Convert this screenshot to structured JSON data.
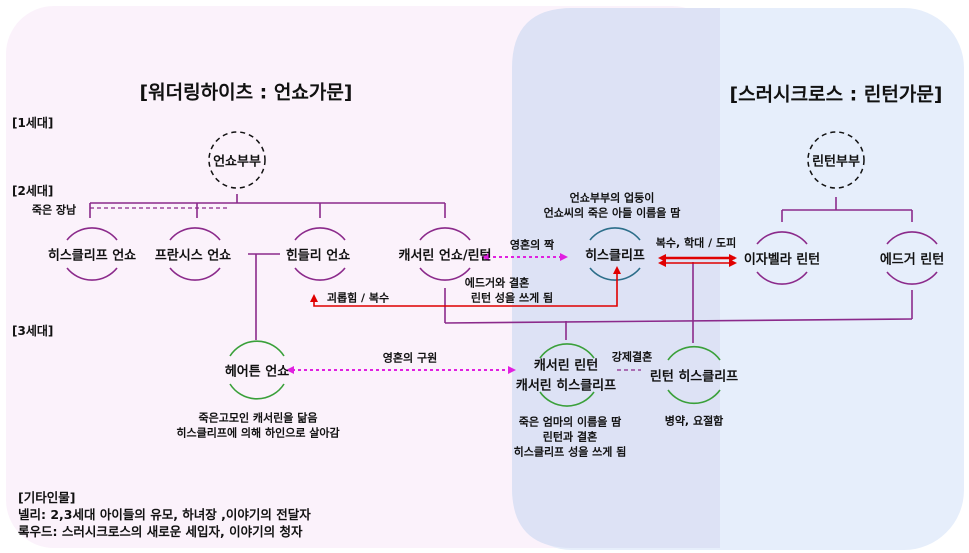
{
  "families": {
    "left_title": "[워더링하이츠 : 언쇼가문]",
    "right_title": "[스러시크로스 : 린턴가문]"
  },
  "generations": {
    "g1": "[1세대]",
    "g2": "[2세대]",
    "g3": "[3세대]"
  },
  "people": {
    "earnshaw_parents": "언쇼부부",
    "linton_parents": "린턴부부",
    "heathcliff_earnshaw": "히스클리프 언쇼",
    "frances_earnshaw": "프란시스 언쇼",
    "hindley_earnshaw": "힌들리 언쇼",
    "catherine_earnshaw": "캐서린 언쇼/린턴",
    "heathcliff": "히스클리프",
    "isabella_linton": "이자벨라 린턴",
    "edgar_linton": "에드거 린턴",
    "hareton_earnshaw": "헤어튼 언쇼",
    "catherine_linton_1": "캐서린 린턴",
    "catherine_linton_2": "캐서린 히스클리프",
    "linton_heathcliff": "린턴 히스클리프"
  },
  "notes": {
    "died_young": "죽은 장남",
    "heathcliff_origin_1": "언쇼부부의 업둥이",
    "heathcliff_origin_2": "언쇼씨의 죽은 아들 이름을 땀",
    "soulmate": "영혼의 짝",
    "revenge_abuse": "복수, 학대 / 도피",
    "catherine_marriage_1": "에드거와 결혼",
    "catherine_marriage_2": "린턴 성을 쓰게 됨",
    "torment_revenge": "괴롭힘 / 복수",
    "salvation": "영혼의 구원",
    "forced_marriage": "강제결혼",
    "hareton_note_1": "죽은고모인 캐서린을 닮음",
    "hareton_note_2": "히스클리프에 의해 하인으로 살아감",
    "cathy_note_1": "죽은 엄마의 이름을 땀",
    "cathy_note_2": "린턴과 결혼",
    "cathy_note_3": "히스클리프 성을 쓰게 됨",
    "linton_note": "병약, 요절함"
  },
  "misc": {
    "title": "[기타인물]",
    "nelly": "넬리: 2,3세대 아이들의 유모, 하녀장 ,이야기의 전달자",
    "lockwood": "록우드: 스러시크로스의 새로운 세입자, 이야기의 청자"
  },
  "colors": {
    "left_region": "#fbf2fb",
    "right_region": "#e6eefb",
    "overlap_region": "#dde2f5",
    "family_line": "#8b2a8b",
    "circle_purple": "#8b2a8b",
    "circle_green": "#3aa03a",
    "circle_teal": "#2c6e8a",
    "circle_dashed": "#111111",
    "arrow_red": "#e00000",
    "arrow_magenta": "#e020e0"
  }
}
